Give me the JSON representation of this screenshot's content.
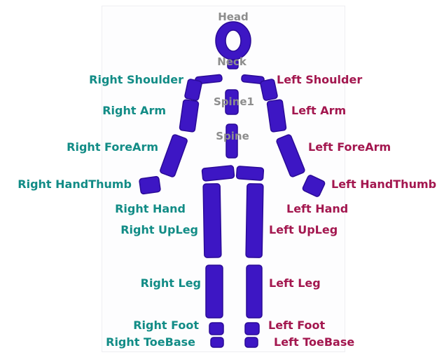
{
  "colors": {
    "right_label": "#128c86",
    "left_label": "#a3174f",
    "center_label": "#8d8d8d",
    "bone": "#3d16c4",
    "bone_dark": "#2a0a97"
  },
  "labels": {
    "head": "Head",
    "neck": "Neck",
    "spine1": "Spine1",
    "spine": "Spine",
    "right_shoulder": "Right Shoulder",
    "right_arm": "Right Arm",
    "right_forearm": "Right ForeArm",
    "right_handthumb": "Right HandThumb",
    "right_hand": "Right Hand",
    "right_upleg": "Right UpLeg",
    "right_leg": "Right Leg",
    "right_foot": "Right Foot",
    "right_toebase": "Right ToeBase",
    "left_shoulder": "Left Shoulder",
    "left_arm": "Left Arm",
    "left_forearm": "Left ForeArm",
    "left_handthumb": "Left HandThumb",
    "left_hand": "Left Hand",
    "left_upleg": "Left UpLeg",
    "left_leg": "Left Leg",
    "left_foot": "Left Foot",
    "left_toebase": "Left ToeBase"
  }
}
